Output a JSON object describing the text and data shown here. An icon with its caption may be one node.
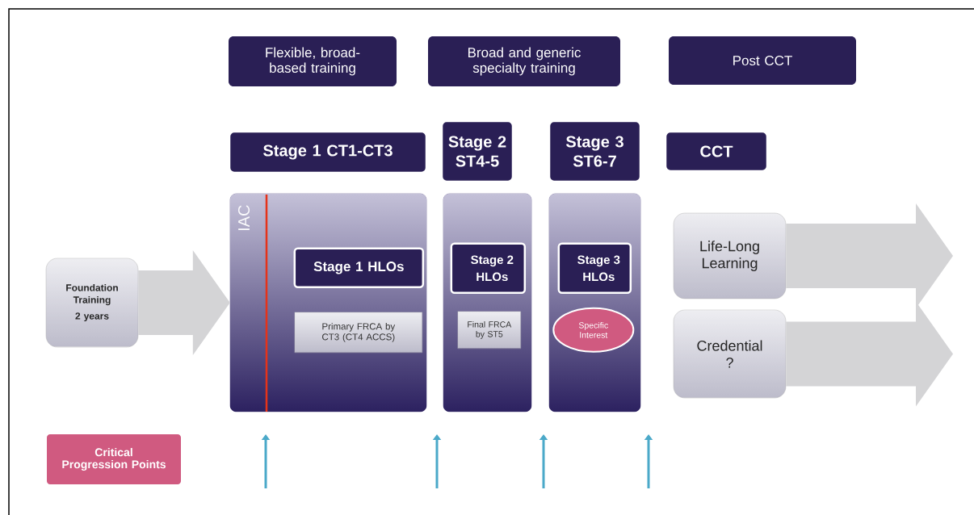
{
  "diagram": {
    "nodes": [
      {
        "text": [
          "Flexible, broad-based training"
        ]
      },
      {
        "text": [
          "Broad and generic specialty training"
        ]
      },
      {
        "text": [
          "Post CCT"
        ]
      },
      {
        "text": [
          "Stage 1  CT1-CT3"
        ]
      },
      {
        "text": [
          "Stage 2 ST4-5"
        ]
      },
      {
        "text": [
          "Stage 3 ST6-7"
        ]
      },
      {
        "text": [
          "CCT"
        ]
      },
      {
        "text": [
          "Foundation Training",
          "2 years"
        ]
      },
      {
        "text": [
          "IAC"
        ]
      },
      {
        "text": [
          "Stage 1 HLOs"
        ],
        "in": 8
      },
      {
        "text": [
          "Primary FRCA by CT3 (CT4 ACCS)"
        ],
        "in": 8
      },
      {
        "text": [],
        "shape": "box"
      },
      {
        "text": [
          "Stage 2 HLOs"
        ],
        "in": 11
      },
      {
        "text": [
          "Final FRCA by ST5"
        ],
        "in": 11
      },
      {
        "text": [],
        "shape": "box"
      },
      {
        "text": [
          "Stage 3 HLOs"
        ],
        "in": 14
      },
      {
        "text": [
          "Specific Interest"
        ],
        "in": 14
      },
      {
        "text": [
          "Life-Long Learning"
        ]
      },
      {
        "text": [
          "Credential ?"
        ]
      },
      {
        "text": [
          "Critical Progression Points"
        ]
      }
    ],
    "edges": [
      {
        "from": 7,
        "to": 8,
        "arrow": "to"
      },
      {
        "from": 17,
        "to": null,
        "arrow": "to"
      },
      {
        "from": 18,
        "to": null,
        "arrow": "to"
      }
    ]
  }
}
